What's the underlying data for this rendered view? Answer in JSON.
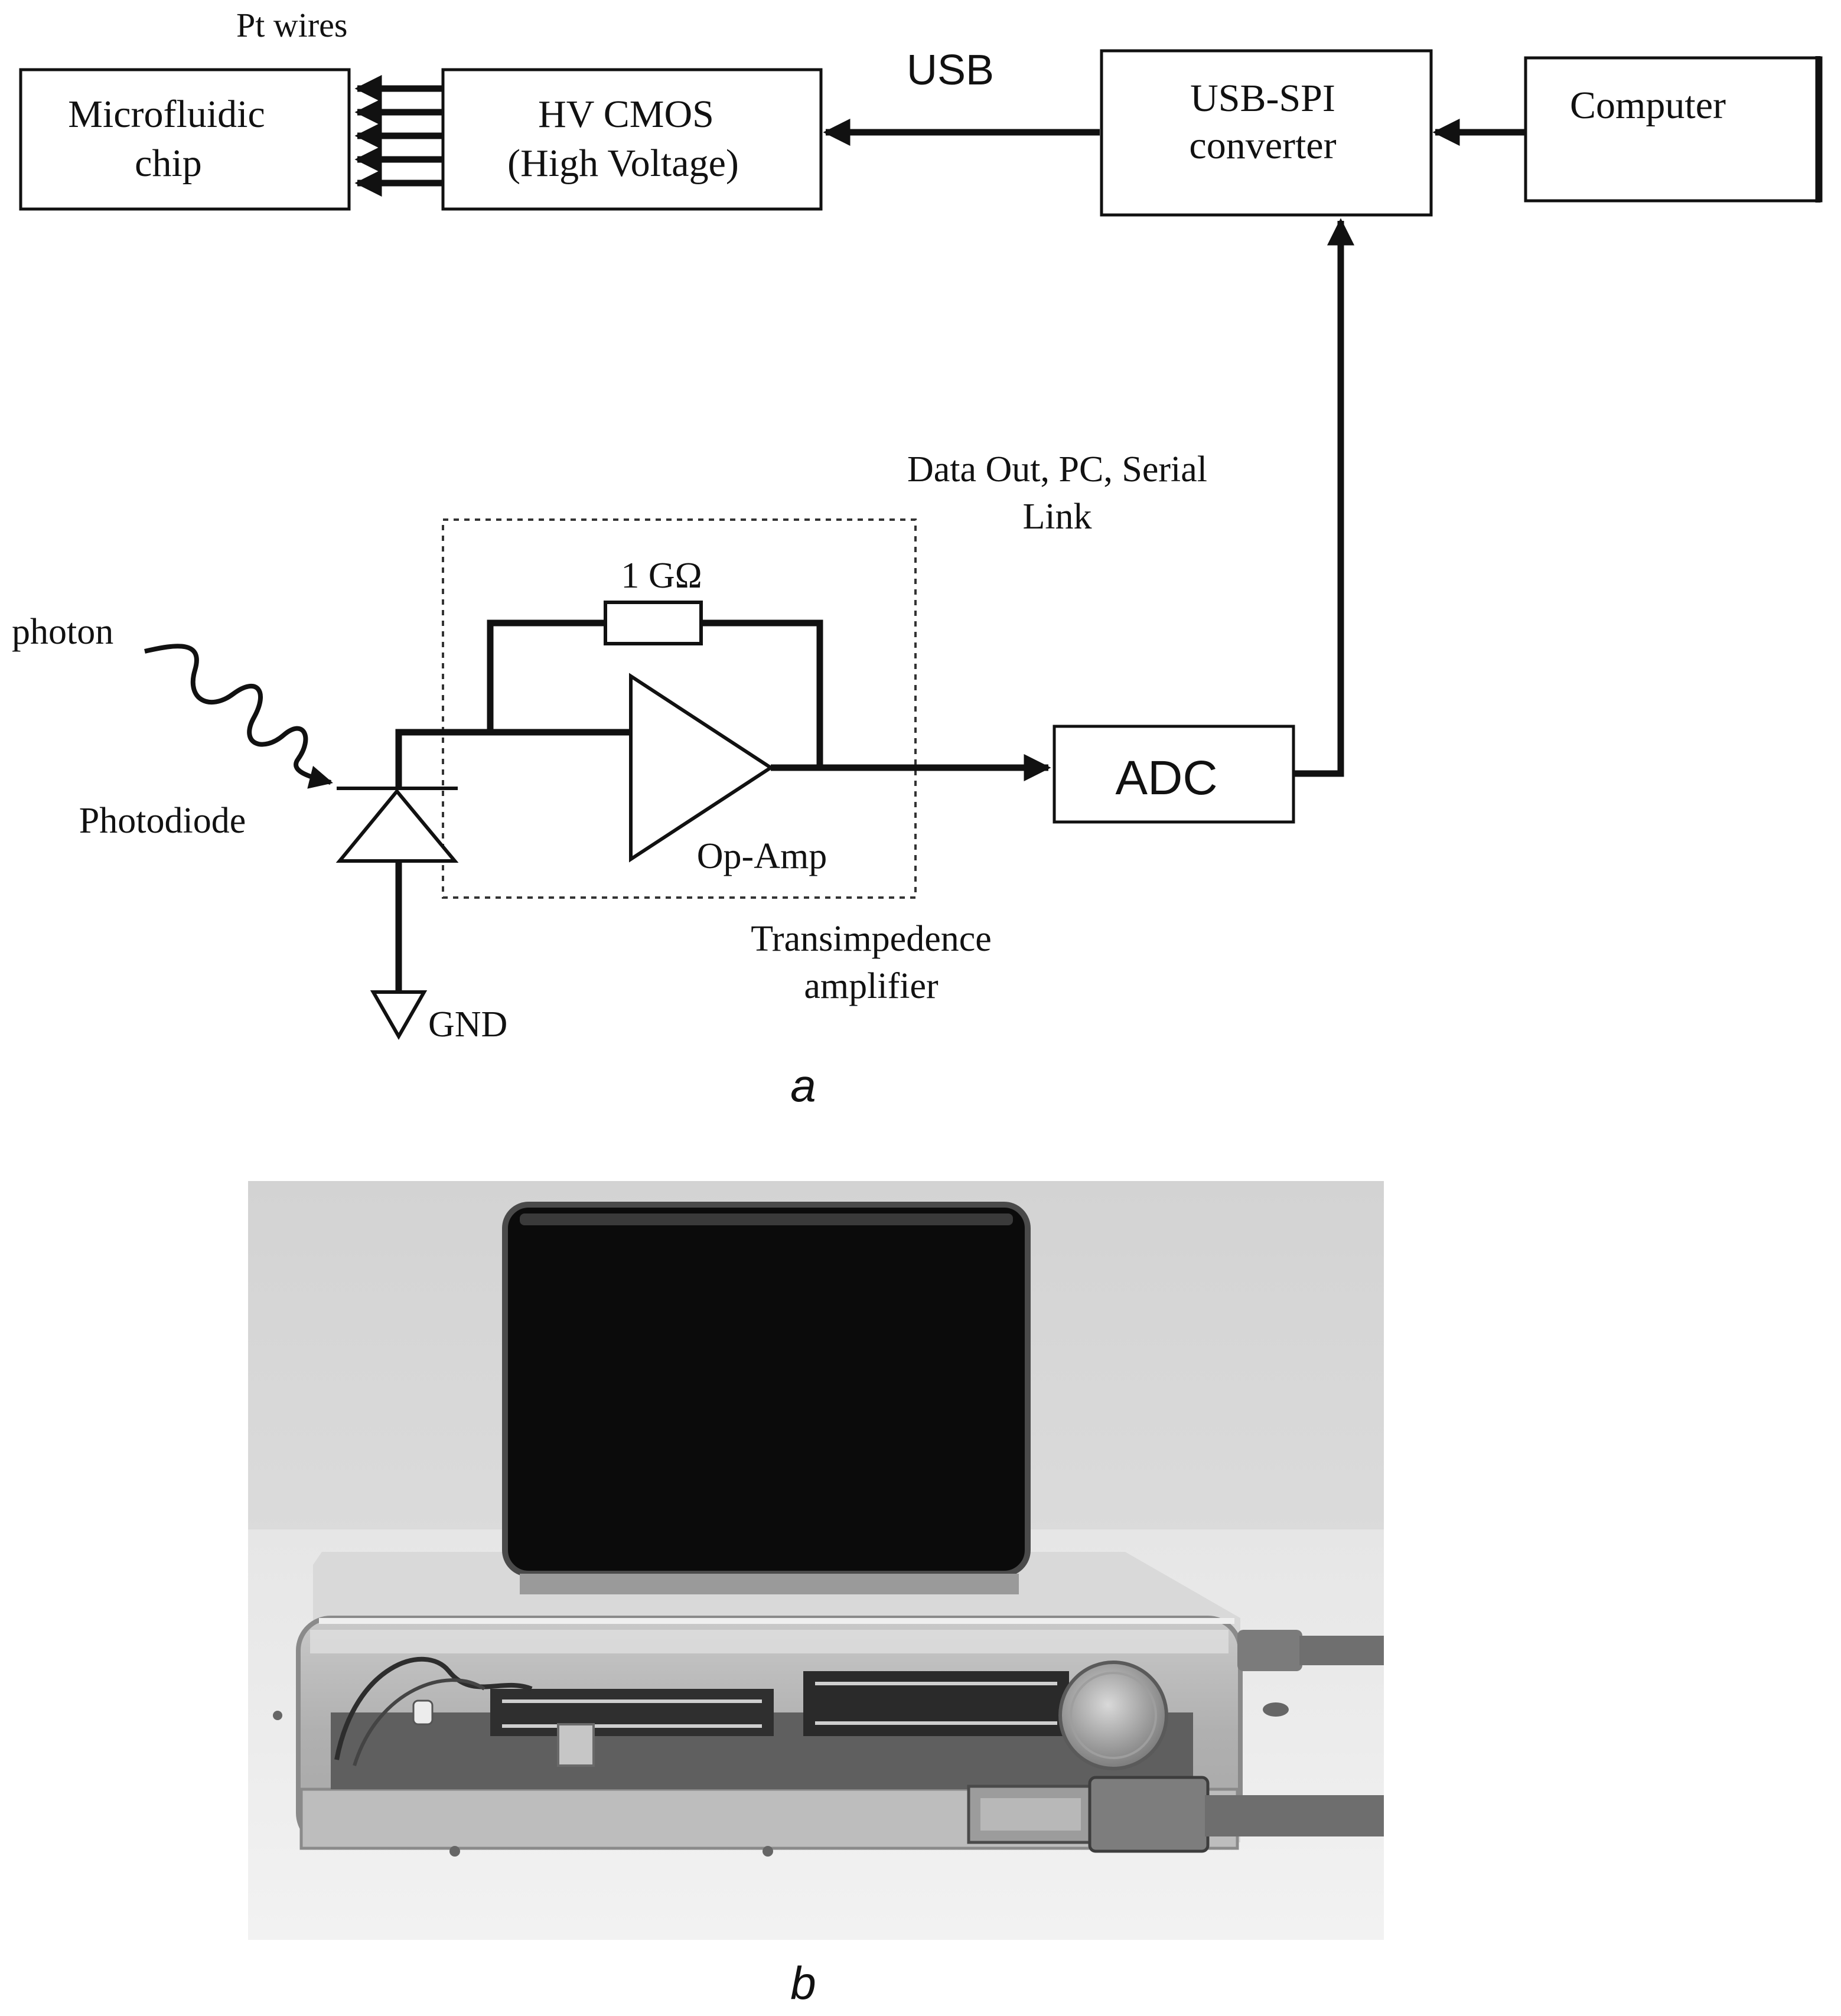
{
  "diagram": {
    "pt_wires_label": "Pt wires",
    "usb_label": "USB",
    "data_out_line1": "Data Out, PC, Serial",
    "data_out_line2": "Link",
    "resistor_label": "1 GΩ",
    "photon_label": "photon",
    "photodiode_label": "Photodiode",
    "opamp_label": "Op-Amp",
    "tia_line1": "Transimpedence",
    "tia_line2": "amplifier",
    "gnd_label": "GND",
    "blocks": {
      "microfluidic_line1": "Microfluidic",
      "microfluidic_line2": "chip",
      "hv_line1": "HV CMOS",
      "hv_line2": "(High Voltage)",
      "usb_spi_line1": "USB-SPI",
      "usb_spi_line2": "converter",
      "computer": "Computer",
      "adc": "ADC"
    }
  },
  "captions": {
    "a": "a",
    "b": "b"
  }
}
